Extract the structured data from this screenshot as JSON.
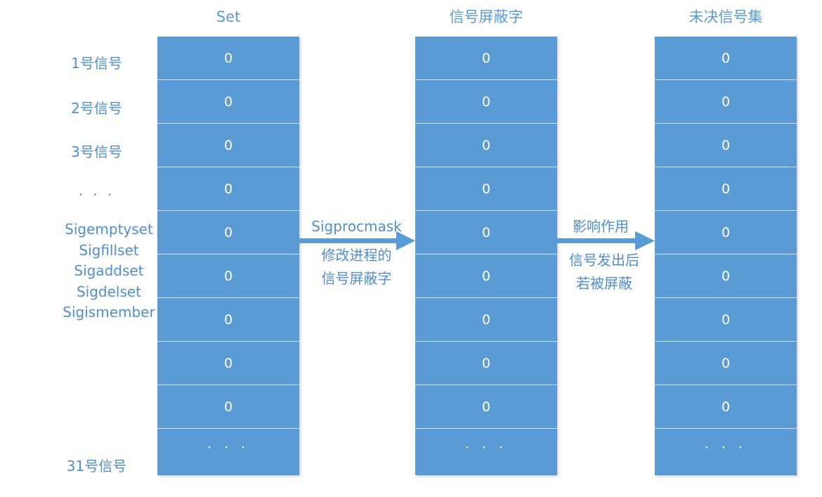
{
  "columns": [
    {
      "title": "Set",
      "cells": [
        "0",
        "0",
        "0",
        "0",
        "0",
        "0",
        "0",
        "0",
        "0",
        "· · ·"
      ]
    },
    {
      "title": "信号屏蔽字",
      "cells": [
        "0",
        "0",
        "0",
        "0",
        "0",
        "0",
        "0",
        "0",
        "0",
        "· · ·"
      ]
    },
    {
      "title": "未决信号集",
      "cells": [
        "0",
        "0",
        "0",
        "0",
        "0",
        "0",
        "0",
        "0",
        "0",
        "· · ·"
      ]
    }
  ],
  "row_labels": {
    "r1": "1号信号",
    "r2": "2号信号",
    "r3": "3号信号",
    "dots": "· · ·",
    "r31": "31号信号"
  },
  "functions": [
    "Sigemptyset",
    "Sigfillset",
    "Sigaddset",
    "Sigdelset",
    "Sigismember"
  ],
  "arrow1": {
    "label_top": "Sigprocmask",
    "label_bottom_1": "修改进程的",
    "label_bottom_2": "信号屏蔽字"
  },
  "arrow2": {
    "label_top": "影响作用",
    "label_bottom_1": "信号发出后",
    "label_bottom_2": "若被屏蔽"
  },
  "colors": {
    "box": "#5b9bd5",
    "text": "#4f8ed0",
    "divider": "#d2e1f0"
  }
}
